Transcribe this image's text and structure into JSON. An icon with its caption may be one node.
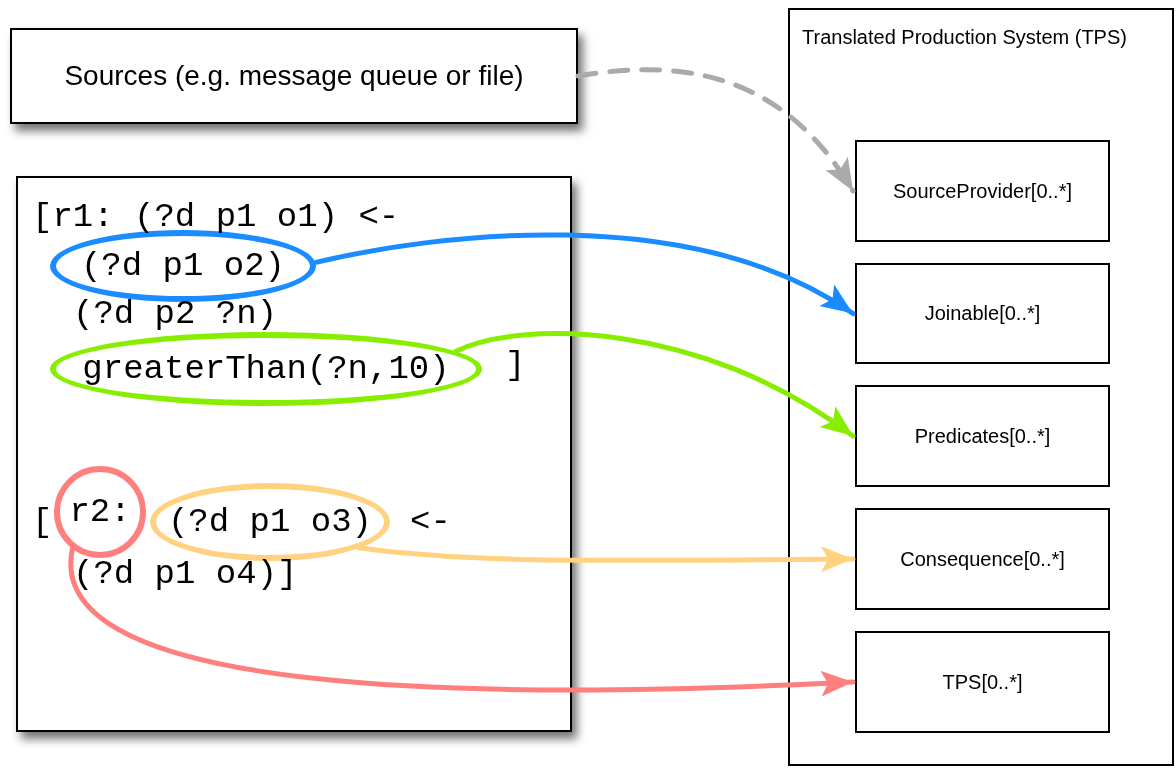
{
  "diagram": {
    "nodes": [
      {
        "text": [
          "Sources (e.g. message queue or file)"
        ]
      },
      {
        "text": [
          "[r1: (?d p1 o1) <-",
          "(?d p2 ?n)",
          "]",
          "[",
          "<-",
          "(?d p1 o4)]"
        ]
      },
      {
        "text": [
          "(?d p1 o2)"
        ],
        "in": 1
      },
      {
        "text": [
          "greaterThan(?n,10)"
        ],
        "in": 1
      },
      {
        "text": [
          "r2:"
        ],
        "in": 1
      },
      {
        "text": [
          "(?d p1 o3)"
        ],
        "in": 1
      },
      {
        "text": [
          "Translated Production System (TPS)"
        ]
      },
      {
        "text": [
          "SourceProvider[0..*]"
        ],
        "in": 6
      },
      {
        "text": [
          "Joinable[0..*]"
        ],
        "in": 6
      },
      {
        "text": [
          "Predicates[0..*]"
        ],
        "in": 6
      },
      {
        "text": [
          "Consequence[0..*]"
        ],
        "in": 6
      },
      {
        "text": [
          "TPS[0..*]"
        ],
        "in": 6
      }
    ],
    "edges": [
      {
        "from": 0,
        "to": 7,
        "arrow": "to",
        "style": "dashed",
        "color": "#aaaaaa"
      },
      {
        "from": 2,
        "to": 8,
        "arrow": "to",
        "color": "#1a8cff"
      },
      {
        "from": 3,
        "to": 9,
        "arrow": "to",
        "color": "#88ee00"
      },
      {
        "from": 5,
        "to": 10,
        "arrow": "to",
        "color": "#ffd27f"
      },
      {
        "from": 4,
        "to": 11,
        "arrow": "to",
        "color": "#ff7f7f"
      }
    ]
  }
}
